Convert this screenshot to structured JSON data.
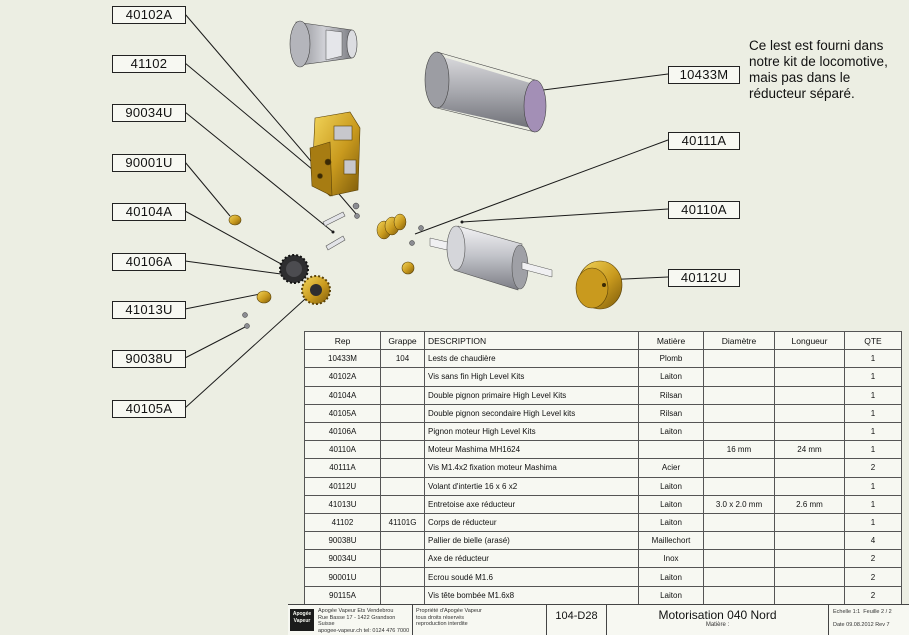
{
  "callouts": [
    {
      "id": "c1",
      "text": "40102A"
    },
    {
      "id": "c2",
      "text": "41102"
    },
    {
      "id": "c3",
      "text": "90034U"
    },
    {
      "id": "c4",
      "text": "90001U"
    },
    {
      "id": "c5",
      "text": "40104A"
    },
    {
      "id": "c6",
      "text": "40106A"
    },
    {
      "id": "c7",
      "text": "41013U"
    },
    {
      "id": "c8",
      "text": "90038U"
    },
    {
      "id": "c9",
      "text": "40105A"
    },
    {
      "id": "c10",
      "text": "10433M"
    },
    {
      "id": "c11",
      "text": "40111A"
    },
    {
      "id": "c12",
      "text": "40110A"
    },
    {
      "id": "c13",
      "text": "40112U"
    }
  ],
  "note": "Ce lest est fourni dans notre kit de locomotive, mais pas dans le réducteur séparé.",
  "bom": {
    "headers": [
      "Rep",
      "Grappe",
      "DESCRIPTION",
      "Matière",
      "Diamètre",
      "Longueur",
      "QTE"
    ],
    "rows": [
      [
        "10433M",
        "104",
        "Lests de chaudière",
        "Plomb",
        "",
        "",
        "1"
      ],
      [
        "40102A",
        "",
        "Vis sans fin High Level Kits",
        "Laiton",
        "",
        "",
        "1"
      ],
      [
        "40104A",
        "",
        "Double pignon primaire High Level Kits",
        "Rilsan",
        "",
        "",
        "1"
      ],
      [
        "40105A",
        "",
        "Double pignon secondaire High Level kits",
        "Rilsan",
        "",
        "",
        "1"
      ],
      [
        "40106A",
        "",
        "Pignon moteur High Level Kits",
        "Laiton",
        "",
        "",
        "1"
      ],
      [
        "40110A",
        "",
        "Moteur Mashima MH1624",
        "",
        "16 mm",
        "24 mm",
        "1"
      ],
      [
        "40111A",
        "",
        "Vis M1.4x2 fixation moteur Mashima",
        "Acier",
        "",
        "",
        "2"
      ],
      [
        "40112U",
        "",
        "Volant d'intertie 16 x 6 x2",
        "Laiton",
        "",
        "",
        "1"
      ],
      [
        "41013U",
        "",
        "Entretoise axe réducteur",
        "Laiton",
        "3.0 x 2.0 mm",
        "2.6 mm",
        "1"
      ],
      [
        "41102",
        "41101G",
        "Corps de réducteur",
        "Laiton",
        "",
        "",
        "1"
      ],
      [
        "90038U",
        "",
        "Pallier de bielle (arasé)",
        "Maillechort",
        "",
        "",
        "4"
      ],
      [
        "90034U",
        "",
        "Axe de réducteur",
        "Inox",
        "",
        "",
        "2"
      ],
      [
        "90001U",
        "",
        "Ecrou soudé M1.6",
        "Laiton",
        "",
        "",
        "2"
      ],
      [
        "90115A",
        "",
        "Vis tête bombée M1.6x8",
        "Laiton",
        "",
        "",
        "2"
      ]
    ]
  },
  "titleblock": {
    "company_lines": [
      "Apogée Vapeur Ets Vendebrou",
      "Rue Basse 17 - 1422 Grandson Suisse",
      "apogee-vapeur.ch tel: 0124 476 7000"
    ],
    "rights_lines": [
      "Propriété d'Apogée Vapeur",
      "tous droits réservés",
      "reproduction interdite"
    ],
    "logo_text": "Apogée Vapeur",
    "drawing_number": "104-D28",
    "title": "Motorisation 040 Nord",
    "matiere_label": "Matière :",
    "scale": "Echelle 1:1",
    "sheet": "Feuille 2 / 2",
    "date": "Date 09.08.2012 Rev 7"
  }
}
